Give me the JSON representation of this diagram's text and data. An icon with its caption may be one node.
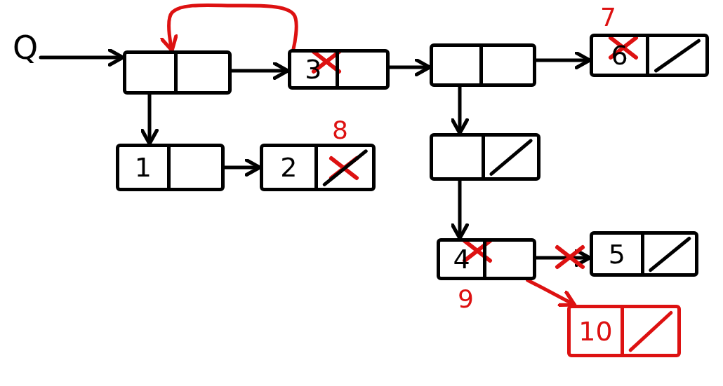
{
  "diagram": {
    "nodes": [
      {
        "text": [
          "Q"
        ]
      },
      {
        "text": [],
        "shape": "box"
      },
      {
        "text": [
          "3"
        ]
      },
      {
        "text": [],
        "shape": "box"
      },
      {
        "text": [
          "6"
        ],
        "beside": [
          "7"
        ]
      },
      {
        "text": [
          "1"
        ]
      },
      {
        "text": [
          "2"
        ],
        "beside": [
          "8"
        ]
      },
      {
        "text": [],
        "shape": "box"
      },
      {
        "text": [
          "4"
        ],
        "beside": [
          "9"
        ]
      },
      {
        "text": [
          "5"
        ]
      },
      {
        "text": [
          "10"
        ]
      }
    ],
    "edges": [
      {
        "from": 0,
        "to": 1,
        "arrow": "to"
      },
      {
        "from": 1,
        "to": 2,
        "arrow": "to"
      },
      {
        "from": 1,
        "to": 5,
        "arrow": "to"
      },
      {
        "from": 2,
        "to": 3,
        "arrow": "to"
      },
      {
        "from": 3,
        "to": 4,
        "arrow": "to"
      },
      {
        "from": 3,
        "to": 7,
        "arrow": "to"
      },
      {
        "from": 5,
        "to": 6,
        "arrow": "to"
      },
      {
        "from": 7,
        "to": 8,
        "arrow": "to"
      },
      {
        "from": 8,
        "to": 9,
        "arrow": "to"
      },
      {
        "from": 8,
        "to": 10,
        "arrow": "to",
        "color": "#dd1111"
      },
      {
        "from": 2,
        "to": 1,
        "arrow": "to",
        "color": "#dd1111"
      }
    ]
  }
}
